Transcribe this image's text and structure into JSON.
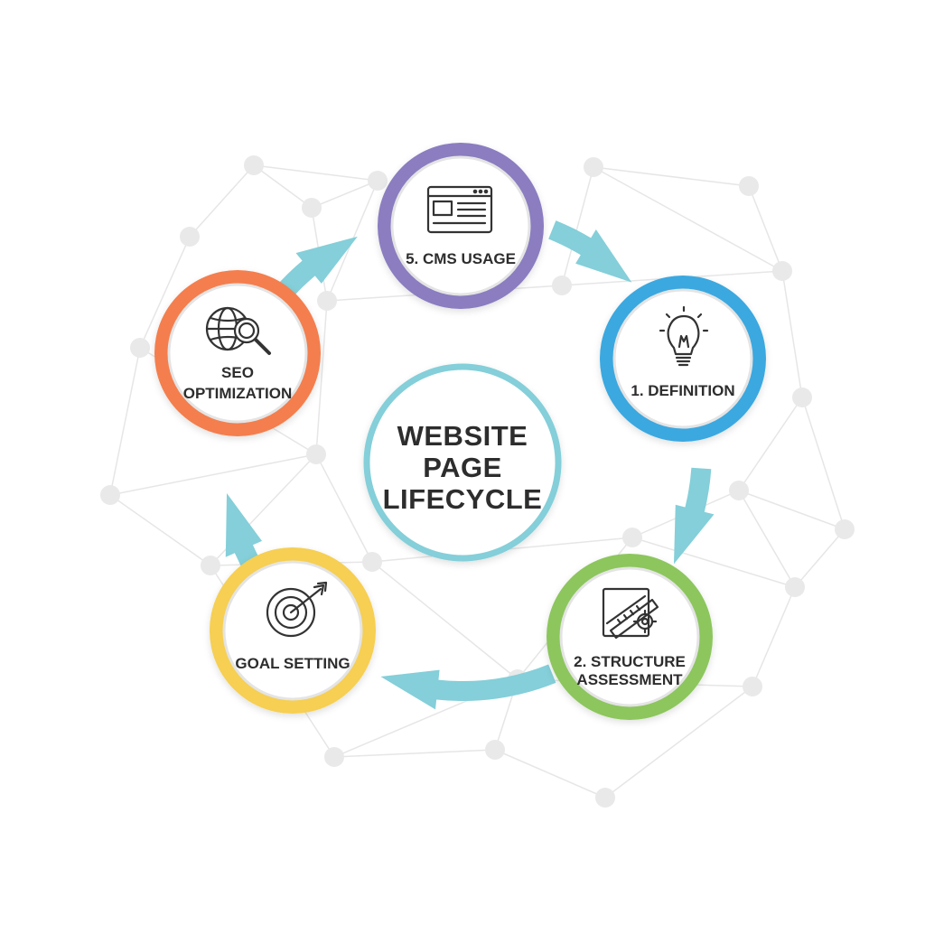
{
  "title_lines": [
    "WEBSITE",
    "PAGE",
    "LIFECYCLE"
  ],
  "stages": [
    {
      "id": "cms-usage",
      "label_lines": [
        "5. CMS USAGE"
      ],
      "color": "#8b7dc0",
      "icon": "browser-window-icon"
    },
    {
      "id": "definition",
      "label_lines": [
        "1. DEFINITION"
      ],
      "color": "#3aa8e0",
      "icon": "lightbulb-icon"
    },
    {
      "id": "structure-assessment",
      "label_lines": [
        "2. STRUCTURE",
        "ASSESSMENT"
      ],
      "color": "#8cc65d",
      "icon": "blueprint-gear-icon"
    },
    {
      "id": "goal-setting",
      "label_lines": [
        "GOAL SETTING"
      ],
      "color": "#f6cf52",
      "icon": "target-arrow-icon"
    },
    {
      "id": "seo-optimization",
      "label_lines": [
        "SEO",
        "OPTIMIZATION"
      ],
      "color": "#f47e4e",
      "icon": "globe-magnifier-icon"
    }
  ],
  "colors": {
    "arrow": "#84cfd9",
    "center_ring": "#84cfd9",
    "text": "#2d2d2d",
    "network": "#e6e6e6"
  }
}
